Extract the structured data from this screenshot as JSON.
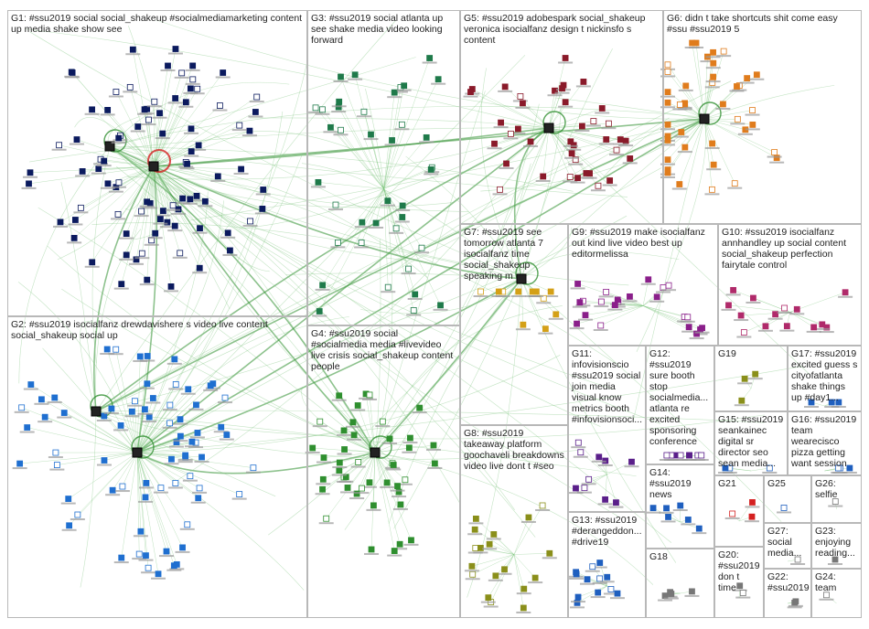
{
  "palette": {
    "edge": "#2f8f2f",
    "edge_light": "#7cc47c",
    "navy": "#0b1a5e",
    "orange": "#e07c1c",
    "purple": "#8a1f8a",
    "red": "#d42020",
    "blue": "#1f5fbf",
    "olive": "#8a8f1a",
    "teal": "#1f8f8f",
    "gray": "#777777"
  },
  "groups": [
    {
      "id": "G1",
      "title": "G1: #ssu2019 social social_shakeup #socialmediamarketing content up media shake show see",
      "color": "#0b1a5e"
    },
    {
      "id": "G2",
      "title": "G2: #ssu2019 isocialfanz drewdavishere s video live content social_shakeup social up",
      "color": "#1f6fd0"
    },
    {
      "id": "G3",
      "title": "G3: #ssu2019 social atlanta up see shake media video looking forward",
      "color": "#1f7a4a"
    },
    {
      "id": "G4",
      "title": "G4: #ssu2019 social #socialmedia media #livevideo live crisis social_shakeup content people",
      "color": "#2f8f2f"
    },
    {
      "id": "G5",
      "title": "G5: #ssu2019 adobespark social_shakeup veronica isocialfanz design t nickinsfo s content",
      "color": "#8a1a2a"
    },
    {
      "id": "G6",
      "title": "G6: didn t take shortcuts shit come easy #ssu #ssu2019 5",
      "color": "#e07c1c"
    },
    {
      "id": "G7",
      "title": "G7: #ssu2019 see tomorrow atlanta 7 isocialfanz time social_shakeup speaking m",
      "color": "#d4a017"
    },
    {
      "id": "G8",
      "title": "G8: #ssu2019 takeaway platform goochaveli breakdowns video live dont t #seo",
      "color": "#8a8f1a"
    },
    {
      "id": "G9",
      "title": "G9: #ssu2019 make isocialfanz out kind live video best up editormelissa",
      "color": "#8a1f8a"
    },
    {
      "id": "G10",
      "title": "G10: #ssu2019 isocialfanz annhandley up social content social_shakeup perfection fairytale control",
      "color": "#b02a6a"
    },
    {
      "id": "G11",
      "title": "G11: infovisionscio #ssu2019 social join media visual know metrics booth #infovisionsoci...",
      "color": "#5a1f8a"
    },
    {
      "id": "G12",
      "title": "G12: #ssu2019 sure booth stop socialmedia... atlanta re excited sponsoring conference",
      "color": "#5a1f8a"
    },
    {
      "id": "G13",
      "title": "G13: #ssu2019 #derangeddon... #drive19",
      "color": "#1f5fbf"
    },
    {
      "id": "G14",
      "title": "G14: #ssu2019 news",
      "color": "#1f5fbf"
    },
    {
      "id": "G15",
      "title": "G15: #ssu2019 seankainec digital sr director seo sean media...",
      "color": "#1f5fbf"
    },
    {
      "id": "G16",
      "title": "G16: #ssu2019 team wearecisco pizza getting want session",
      "color": "#1f5fbf"
    },
    {
      "id": "G17",
      "title": "G17: #ssu2019 excited guess s cityofatlanta shake things up #day1...",
      "color": "#1f5fbf"
    },
    {
      "id": "G18",
      "title": "G18",
      "color": "#777777"
    },
    {
      "id": "G19",
      "title": "G19",
      "color": "#8a8f1a"
    },
    {
      "id": "G20",
      "title": "G20: #ssu2019 don t time",
      "color": "#777777"
    },
    {
      "id": "G21",
      "title": "G21",
      "color": "#d42020"
    },
    {
      "id": "G22",
      "title": "G22: #ssu2019",
      "color": "#777777"
    },
    {
      "id": "G23",
      "title": "G23: enjoying reading...",
      "color": "#777777"
    },
    {
      "id": "G24",
      "title": "G24: team",
      "color": "#777777"
    },
    {
      "id": "G25",
      "title": "G25",
      "color": "#1f5fbf"
    },
    {
      "id": "G26",
      "title": "G26: selfie",
      "color": "#777777"
    },
    {
      "id": "G27",
      "title": "G27: social media...",
      "color": "#777777"
    }
  ]
}
